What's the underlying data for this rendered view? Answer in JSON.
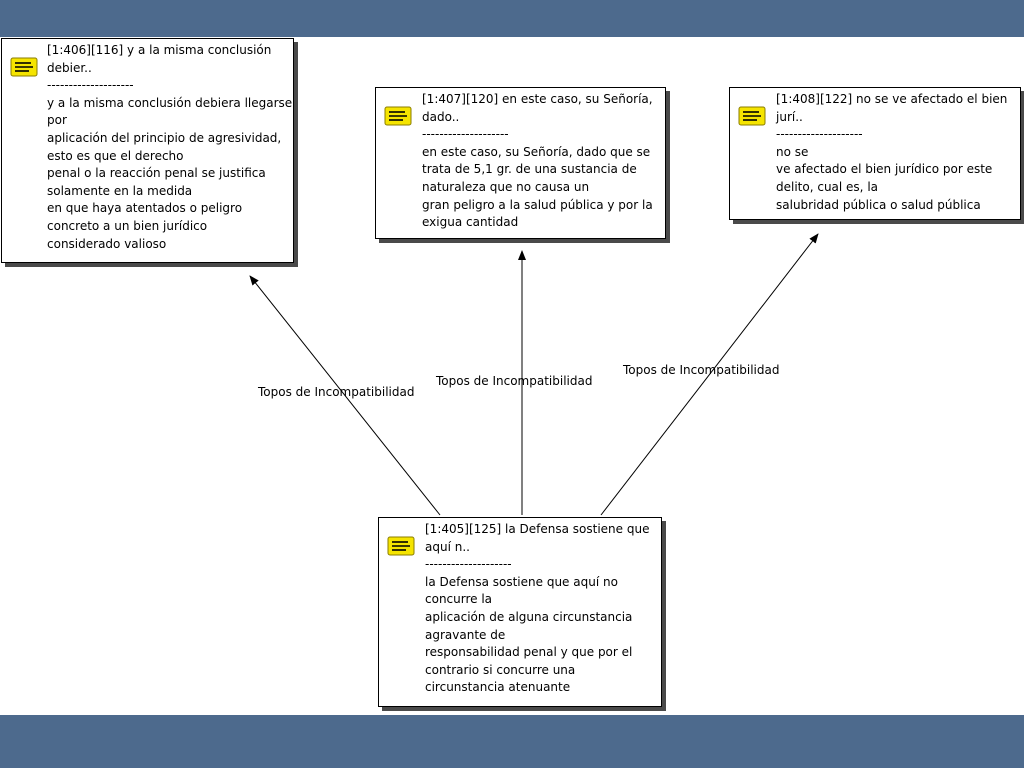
{
  "memos": [
    {
      "id": "1:406",
      "header": [
        "[1:406][116] y a la misma conclusión",
        "debier.."
      ],
      "separator": "--------------------",
      "text": [
        "y a la misma conclusión debiera llegarse",
        "por",
        "aplicación del principio de agresividad,",
        "esto es que el derecho",
        "penal o la reacción penal se justifica",
        "solamente en la medida",
        "en que haya atentados o peligro",
        "concreto a un bien jurídico",
        "considerado valioso"
      ]
    },
    {
      "id": "1:407",
      "header": [
        "[1:407][120] en este caso, su Señoría,",
        "dado.."
      ],
      "separator": "--------------------",
      "text": [
        "en este caso, su Señoría, dado que se",
        "trata de 5,1 gr. de una sustancia de",
        "naturaleza que no causa un",
        "gran peligro a la salud pública y por la",
        "exigua cantidad"
      ]
    },
    {
      "id": "1:408",
      "header": [
        "[1:408][122] no se ve afectado el bien",
        "jurí.."
      ],
      "separator": "--------------------",
      "text": [
        "no se",
        "ve afectado el bien jurídico por este",
        "delito, cual es, la",
        "salubridad pública o salud pública"
      ]
    },
    {
      "id": "1:405",
      "header": [
        "[1:405][125] la Defensa sostiene que",
        "aquí n.."
      ],
      "separator": "--------------------",
      "text": [
        "la Defensa sostiene que aquí no",
        "concurre la",
        "aplicación de alguna circunstancia",
        "agravante de",
        "responsabilidad penal y que por el",
        "contrario si concurre una",
        "circunstancia atenuante"
      ]
    }
  ],
  "links": [
    {
      "label": "Topos de Incompatibilidad",
      "from": "1:405",
      "to": "1:406"
    },
    {
      "label": "Topos de Incompatibilidad",
      "from": "1:405",
      "to": "1:407"
    },
    {
      "label": "Topos de Incompatibilidad",
      "from": "1:405",
      "to": "1:408"
    }
  ],
  "colors": {
    "frame": "#4d6a8d",
    "note_icon_fill": "#f5e400",
    "note_icon_lines": "#000000",
    "shadow": "#4a4a4a"
  },
  "icons": {
    "memo": "yellow-note-icon"
  }
}
